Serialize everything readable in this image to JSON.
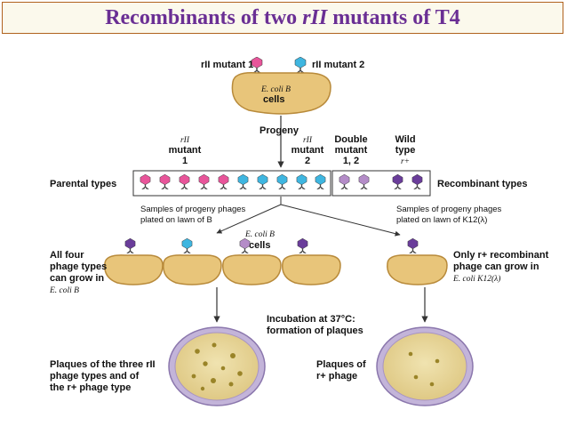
{
  "title": {
    "prefix": "Recombinants of two ",
    "italic": "rII",
    "suffix": " mutants of T4"
  },
  "labels": {
    "rii_mutant_1": "rII mutant 1",
    "rii_mutant_2": "rII mutant 2",
    "ecoli_b_top_1": "E. coli B",
    "ecoli_b_top_2": "cells",
    "progeny": "Progeny",
    "col_rii1_a": "rII",
    "col_rii1_b": "mutant",
    "col_rii1_c": "1",
    "col_rii2_a": "rII",
    "col_rii2_b": "mutant",
    "col_rii2_c": "2",
    "col_double_a": "Double",
    "col_double_b": "mutant",
    "col_double_c": "1, 2",
    "col_wild_a": "Wild",
    "col_wild_b": "type",
    "col_wild_c": "r+",
    "parental_types": "Parental types",
    "recombinant_types": "Recombinant types",
    "samples_left_1": "Samples of progeny phages",
    "samples_left_2": "plated on lawn of B",
    "samples_right_1": "Samples of progeny phages",
    "samples_right_2": "plated on lawn of K12(λ)",
    "ecoli_b_mid_1": "E. coli B",
    "ecoli_b_mid_2": "cells",
    "all_four_1": "All four",
    "all_four_2": "phage types",
    "all_four_3": "can grow in",
    "all_four_4": "E. coli B",
    "only_r_1": "Only r+ recombinant",
    "only_r_2": "phage can grow in",
    "only_r_3": "E. coli K12(λ)",
    "incubation_1": "Incubation at 37°C:",
    "incubation_2": "formation of plaques",
    "plaques_left_1": "Plaques of the three rII",
    "plaques_left_2": "phage types and of",
    "plaques_left_3": "the r+ phage type",
    "plaques_right_1": "Plaques of",
    "plaques_right_2": "r+ phage"
  },
  "colors": {
    "mutant1_pink": "#e8559a",
    "mutant2_blue": "#3fb6e0",
    "double_lavender": "#b48cc8",
    "wild_purple": "#6a3d9a",
    "cell_tan": "#e8c57a",
    "cell_stroke": "#b88a3a",
    "title_purple": "#6a2f94"
  }
}
